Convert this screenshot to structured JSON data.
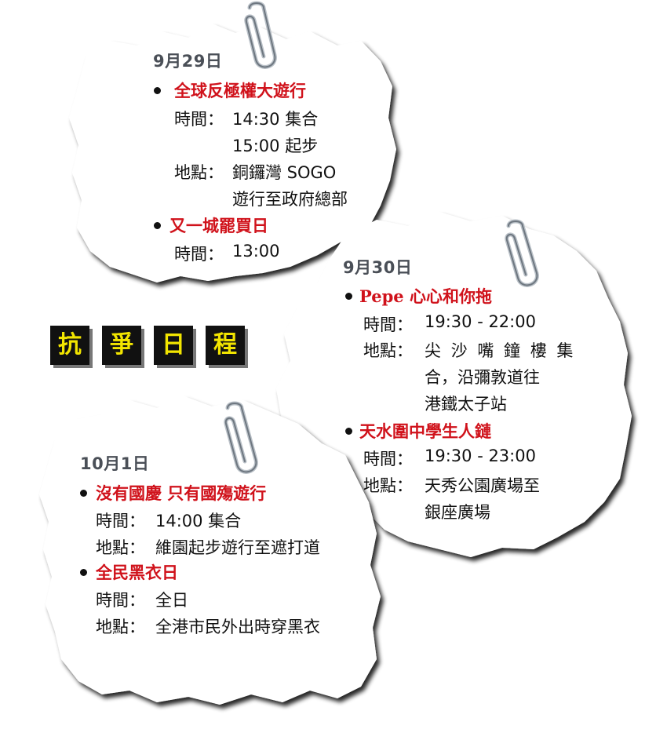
{
  "heading": {
    "chars": [
      "抗",
      "爭",
      "日",
      "程"
    ]
  },
  "notes": [
    {
      "date": "9月29日",
      "events": [
        {
          "title": "全球反極權大遊行",
          "rows": [
            {
              "label": "時間：",
              "lines": [
                "14:30 集合",
                "15:00 起步"
              ]
            },
            {
              "label": "地點：",
              "lines": [
                "銅鑼灣 SOGO",
                "遊行至政府總部"
              ]
            }
          ]
        },
        {
          "title": "又一城罷買日",
          "rows": [
            {
              "label": "時間：",
              "lines": [
                "13:00"
              ]
            }
          ]
        }
      ]
    },
    {
      "date": "9月30日",
      "events": [
        {
          "title": "Pepe 心心和你拖",
          "rows": [
            {
              "label": "時間：",
              "lines": [
                "19:30 - 22:00"
              ]
            },
            {
              "label": "地點：",
              "lines": [
                "尖 沙 嘴 鐘 樓 集",
                "合，沿彌敦道往",
                "港鐵太子站"
              ]
            }
          ]
        },
        {
          "title": "天水圍中學生人鏈",
          "rows": [
            {
              "label": "時間：",
              "lines": [
                "19:30 - 23:00"
              ]
            },
            {
              "label": "地點：",
              "lines": [
                "天秀公園廣場至",
                "銀座廣場"
              ]
            }
          ]
        }
      ]
    },
    {
      "date": "10月1日",
      "events": [
        {
          "title": "沒有國慶 只有國殤遊行",
          "rows": [
            {
              "label": "時間：",
              "lines": [
                "14:00 集合"
              ]
            },
            {
              "label": "地點：",
              "lines": [
                "維園起步遊行至遮打道"
              ]
            }
          ]
        },
        {
          "title": "全民黑衣日",
          "rows": [
            {
              "label": "時間：",
              "lines": [
                "全日"
              ]
            },
            {
              "label": "地點：",
              "lines": [
                "全港市民外出時穿黑衣"
              ]
            }
          ]
        }
      ]
    }
  ],
  "colors": {
    "title_red": "#d0121b",
    "date_gray": "#4a4f57",
    "badge_bg": "#111111",
    "badge_text": "#f2e500",
    "paper_shadow": "#6b6b6b"
  },
  "icons": [
    "paperclip-icon",
    "bullet-dot"
  ]
}
